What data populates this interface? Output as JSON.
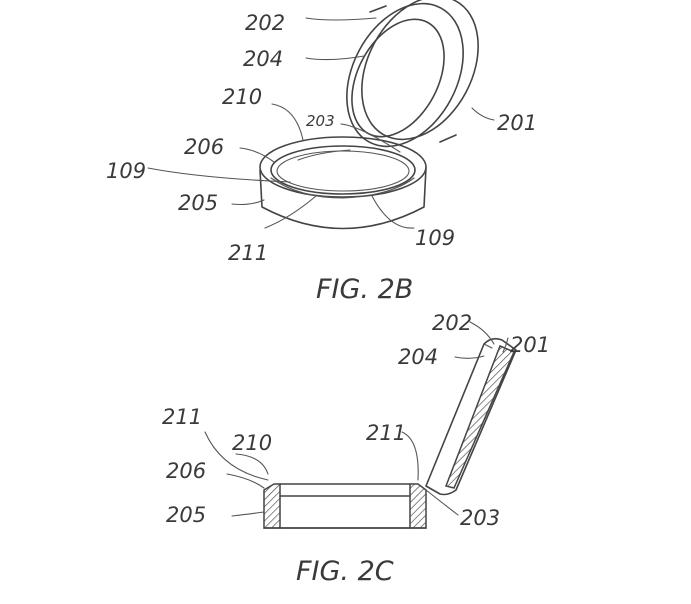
{
  "figures": {
    "fig_2b": {
      "caption": "FIG. 2B",
      "labels": {
        "l202": "202",
        "l204": "204",
        "l210": "210",
        "l203": "203",
        "l201": "201",
        "l206": "206",
        "l109a": "109",
        "l205": "205",
        "l211": "211",
        "l109b": "109"
      }
    },
    "fig_2c": {
      "caption": "FIG. 2C",
      "labels": {
        "l202": "202",
        "l201": "201",
        "l204": "204",
        "l211a": "211",
        "l210": "210",
        "l211b": "211",
        "l206": "206",
        "l205": "205",
        "l203": "203"
      }
    }
  }
}
